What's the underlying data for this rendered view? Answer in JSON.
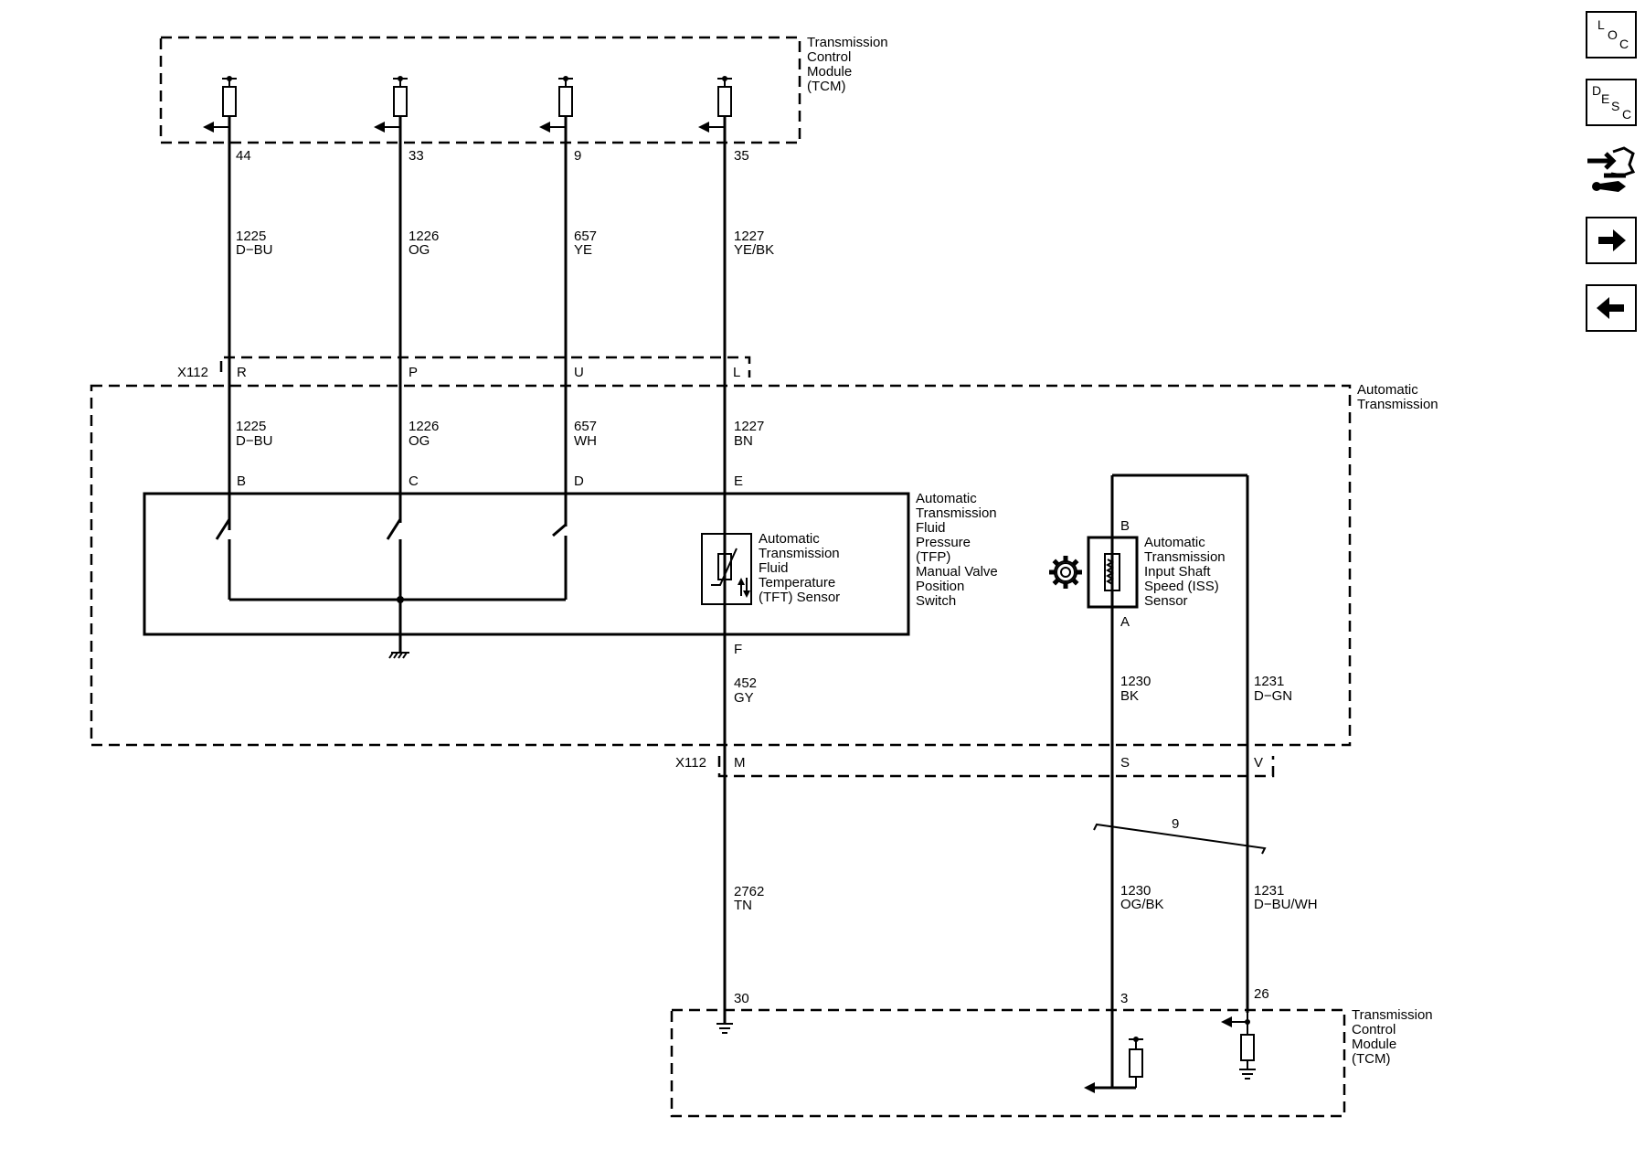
{
  "modules": {
    "tcm_top": [
      "Transmission",
      "Control",
      "Module",
      "(TCM)"
    ],
    "tcm_bottom": [
      "Transmission",
      "Control",
      "Module",
      "(TCM)"
    ],
    "auto_trans": [
      "Automatic",
      "Transmission"
    ]
  },
  "connectors": {
    "x112_top": "X112",
    "x112_bottom": "X112"
  },
  "pins": {
    "tcm_44": "44",
    "tcm_33": "33",
    "tcm_9": "9",
    "tcm_35": "35",
    "x112_r": "R",
    "x112_p": "P",
    "x112_u": "U",
    "x112_l": "L",
    "sw_b": "B",
    "sw_c": "C",
    "sw_d": "D",
    "sw_e": "E",
    "sw_f": "F",
    "iss_b": "B",
    "iss_a": "A",
    "x112_m": "M",
    "x112_s": "S",
    "x112_v": "V",
    "tcm_30": "30",
    "tcm_3": "3",
    "tcm_26": "26"
  },
  "wires": {
    "w1225_top": [
      "1225",
      "D−BU"
    ],
    "w1226_top": [
      "1226",
      "OG"
    ],
    "w657_top": [
      "657",
      "YE"
    ],
    "w1227_top": [
      "1227",
      "YE/BK"
    ],
    "w1225_in": [
      "1225",
      "D−BU"
    ],
    "w1226_in": [
      "1226",
      "OG"
    ],
    "w657_in": [
      "657",
      "WH"
    ],
    "w1227_in": [
      "1227",
      "BN"
    ],
    "w452": [
      "452",
      "GY"
    ],
    "w1230_in": [
      "1230",
      "BK"
    ],
    "w1231_in": [
      "1231",
      "D−GN"
    ],
    "w2762": [
      "2762",
      "TN"
    ],
    "w1230_out": [
      "1230",
      "OG/BK"
    ],
    "w1231_out": [
      "1231",
      "D−BU/WH"
    ],
    "twist_label": "9"
  },
  "components": {
    "tfp_switch": [
      "Automatic",
      "Transmission",
      "Fluid",
      "Pressure",
      "(TFP)",
      "Manual Valve",
      "Position",
      "Switch"
    ],
    "tft_sensor": [
      "Automatic",
      "Transmission",
      "Fluid",
      "Temperature",
      "(TFT) Sensor"
    ],
    "iss_sensor": [
      "Automatic",
      "Transmission",
      "Input Shaft",
      "Speed (ISS)",
      "Sensor"
    ]
  },
  "nav": {
    "loc": [
      "L",
      "O",
      "C"
    ],
    "desc": [
      "D",
      "E",
      "S",
      "C"
    ],
    "icons": [
      "loc-icon",
      "desc-icon",
      "connector-repair-icon",
      "next-arrow-icon",
      "previous-arrow-icon"
    ]
  }
}
